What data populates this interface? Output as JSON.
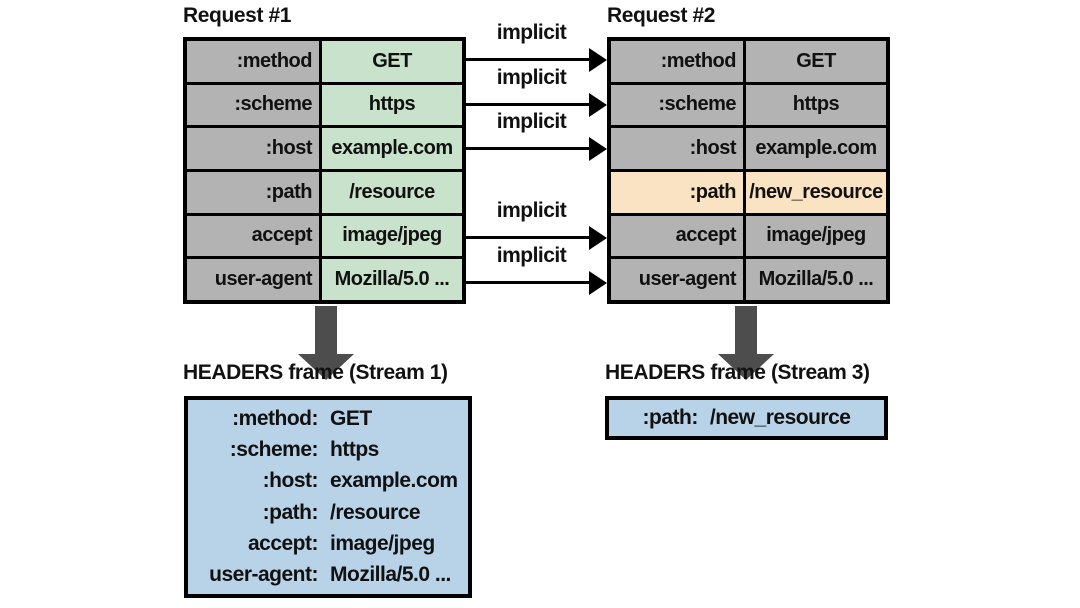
{
  "colors": {
    "background": "#ffffff",
    "text": "#111111",
    "border": "#000000",
    "gray": "#b3b3b3",
    "green": "#c8e2cb",
    "orange": "#fae3c2",
    "blue": "#b8d3e8",
    "arrow_dark": "#4d4d4d"
  },
  "request1": {
    "title": "Request #1",
    "rows": [
      {
        "name": ":method",
        "value": "GET"
      },
      {
        "name": ":scheme",
        "value": "https"
      },
      {
        "name": ":host",
        "value": "example.com"
      },
      {
        "name": ":path",
        "value": "/resource"
      },
      {
        "name": "accept",
        "value": "image/jpeg"
      },
      {
        "name": "user-agent",
        "value": "Mozilla/5.0 ..."
      }
    ]
  },
  "request2": {
    "title": "Request #2",
    "rows": [
      {
        "name": ":method",
        "value": "GET"
      },
      {
        "name": ":scheme",
        "value": "https"
      },
      {
        "name": ":host",
        "value": "example.com"
      },
      {
        "name": ":path",
        "value": "/new_resource",
        "highlight": true
      },
      {
        "name": "accept",
        "value": "image/jpeg"
      },
      {
        "name": "user-agent",
        "value": "Mozilla/5.0 ..."
      }
    ]
  },
  "arrows": {
    "label": "implicit",
    "row_indices": [
      0,
      1,
      2,
      4,
      5
    ]
  },
  "icons": {
    "implicit_arrow": "black-right-arrow",
    "emit_arrow": "gray-down-arrow"
  },
  "frames": {
    "stream1": {
      "title": "HEADERS frame (Stream 1)",
      "lines": [
        {
          "key": ":method:",
          "value": "GET"
        },
        {
          "key": ":scheme:",
          "value": "https"
        },
        {
          "key": ":host:",
          "value": "example.com"
        },
        {
          "key": ":path:",
          "value": "/resource"
        },
        {
          "key": "accept:",
          "value": "image/jpeg"
        },
        {
          "key": "user-agent:",
          "value": "Mozilla/5.0 ..."
        }
      ]
    },
    "stream3": {
      "title": "HEADERS frame (Stream 3)",
      "lines": [
        {
          "key": ":path:",
          "value": "/new_resource"
        }
      ]
    }
  }
}
